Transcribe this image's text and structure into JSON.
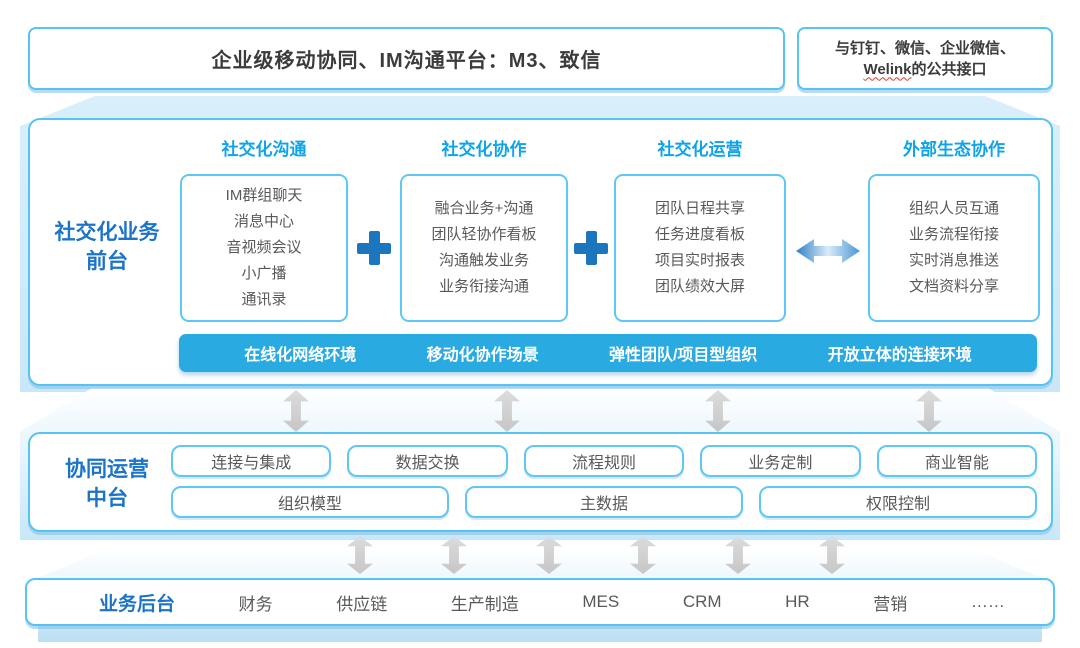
{
  "header_bar": {
    "platform_title": "企业级移动协同、IM沟通平台：M3、致信",
    "interface_line1": "与钉钉、微信、企业微信、",
    "interface_welink": "Welink",
    "interface_line2_rest": "的公共接口"
  },
  "front": {
    "label_line1": "社交化业务",
    "label_line2": "前台",
    "columns": [
      {
        "header": "社交化沟通",
        "items": [
          "IM群组聊天",
          "消息中心",
          "音视频会议",
          "小广播",
          "通讯录"
        ]
      },
      {
        "header": "社交化协作",
        "items": [
          "融合业务+沟通",
          "团队轻协作看板",
          "沟通触发业务",
          "业务衔接沟通"
        ]
      },
      {
        "header": "社交化运营",
        "items": [
          "团队日程共享",
          "任务进度看板",
          "项目实时报表",
          "团队绩效大屏"
        ]
      },
      {
        "header": "外部生态协作",
        "items": [
          "组织人员互通",
          "业务流程衔接",
          "实时消息推送",
          "文档资料分享"
        ]
      }
    ],
    "scene_bar": [
      "在线化网络环境",
      "移动化协作场景",
      "弹性团队/项目型组织",
      "开放立体的连接环境"
    ]
  },
  "middle": {
    "label_line1": "协同运营",
    "label_line2": "中台",
    "capability_row1": [
      "连接与集成",
      "数据交换",
      "流程规则",
      "业务定制",
      "商业智能"
    ],
    "capability_row2": [
      "组织模型",
      "主数据",
      "权限控制"
    ]
  },
  "back": {
    "label": "业务后台",
    "systems": [
      "财务",
      "供应链",
      "生产制造",
      "MES",
      "CRM",
      "HR",
      "营销",
      "……"
    ]
  },
  "colors": {
    "accent_blue": "#29abe2",
    "border_blue": "#56c4f2",
    "header_blue": "#0fa3e8",
    "deep_label_blue": "#1b74c8",
    "plus_blue": "#1c76be",
    "item_text_gray": "#595959",
    "arrow_gray": "#cccccc"
  }
}
